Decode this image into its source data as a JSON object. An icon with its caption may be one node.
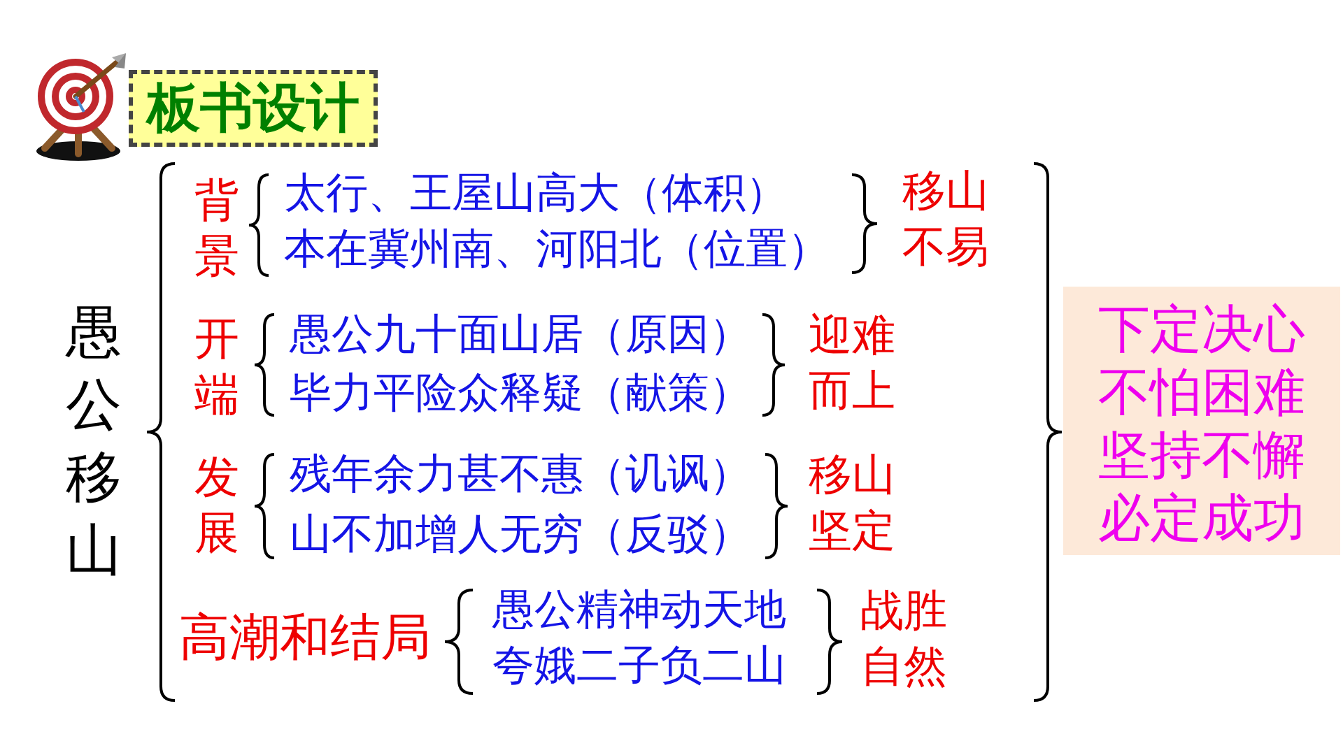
{
  "diagram": {
    "title": "板书设计",
    "nodes": [
      {
        "text": [
          "下定决心",
          "不怕困难",
          "坚持不懈",
          "必定成功"
        ]
      }
    ],
    "labels": [
      "愚公移山",
      "背景",
      "太行、王屋山高大（体积）",
      "本在冀州南、河阳北（位置）",
      "移山不易",
      "开端",
      "愚公九十面山居（原因）",
      "毕力平险众释疑（献策）",
      "迎难而上",
      "发展",
      "残年余力甚不惠（讥讽）",
      "山不加增人无穷（反驳）",
      "移山坚定",
      "高潮和结局",
      "愚公精神动天地",
      "夸娥二子负二山",
      "战胜自然"
    ]
  }
}
